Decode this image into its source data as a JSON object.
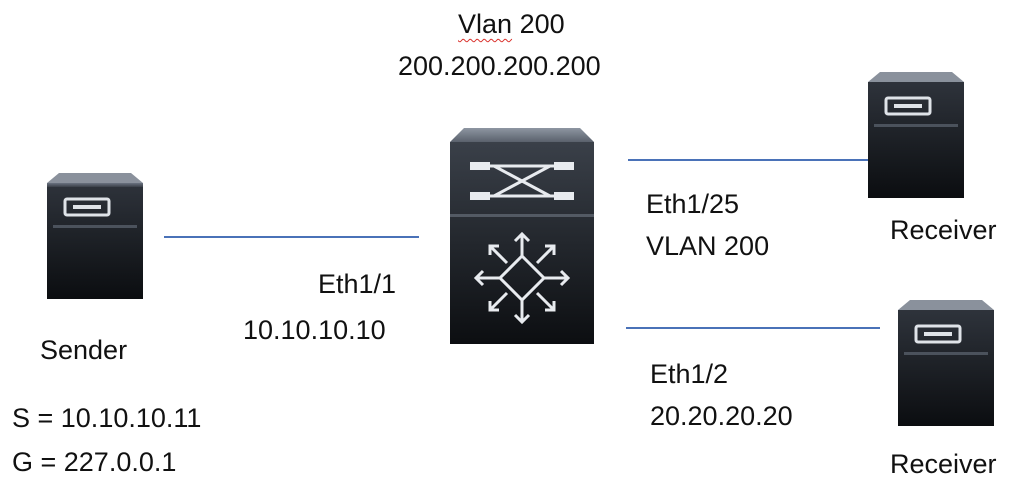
{
  "switch_header": {
    "vlan": "Vlan",
    "vlan_num": "200",
    "ip": "200.200.200.200"
  },
  "sender": {
    "label": "Sender",
    "source": "S = 10.10.10.11",
    "group": "G = 227.0.0.1"
  },
  "ports": {
    "eth1_1": {
      "name": "Eth1/1",
      "ip": "10.10.10.10"
    },
    "eth1_25": {
      "name": "Eth1/25",
      "vlan": "VLAN 200"
    },
    "eth1_2": {
      "name": "Eth1/2",
      "ip": "20.20.20.20"
    }
  },
  "receivers": [
    {
      "label": "Receiver"
    },
    {
      "label": "Receiver"
    }
  ],
  "colors": {
    "link": "#4a72b8",
    "device": "#2a2f36",
    "spellcheck": "#d9302b"
  },
  "icons": [
    "server-icon",
    "multilayer-switch-icon"
  ]
}
